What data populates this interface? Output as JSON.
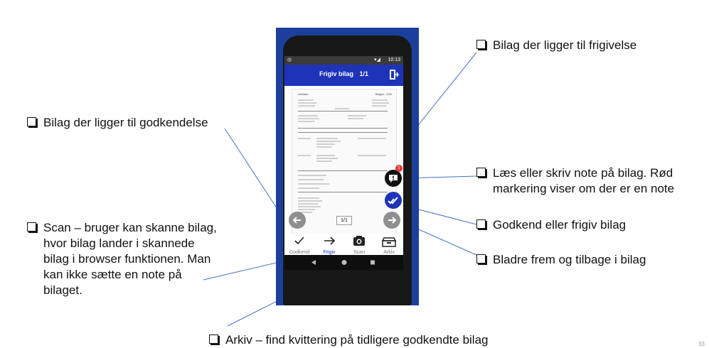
{
  "phone": {
    "status_time": "10:13",
    "app_title": "Frigiv bilag",
    "page_counter": "1/1",
    "doc_header_left": "Interfaktu",
    "doc_header_right": "Bilagsnr.: 3133",
    "page_indicator": "1/1",
    "note_badge": "1",
    "nav": {
      "approve": "Godkend",
      "release": "Frigiv",
      "scan": "Scan",
      "archive": "Arkiv"
    }
  },
  "callouts": {
    "release": "Bilag der ligger til frigivelse",
    "approve": "Bilag der ligger til godkendelse",
    "note_line1": "Læs eller skriv note på bilag. Rød",
    "note_line2": "markering viser om der er en note",
    "approve_release": "Godkend eller frigiv bilag",
    "browse": "Bladre frem og tilbage i bilag",
    "scan_line1": "Scan – bruger kan skanne bilag,",
    "scan_line2": "hvor bilag lander i skannede",
    "scan_line3": "bilag i browser funktionen. Man",
    "scan_line4": "kan ikke sætte en note på",
    "scan_line5": "bilaget.",
    "archive": "Arkiv – find kvittering på tidligere godkendte bilag"
  },
  "colors": {
    "app_bar": "#1e34b8",
    "frame": "#1d3f9c",
    "accent_blue": "#1e34b8",
    "badge_red": "#e53935",
    "line": "#4472c4"
  },
  "page_number": "33"
}
